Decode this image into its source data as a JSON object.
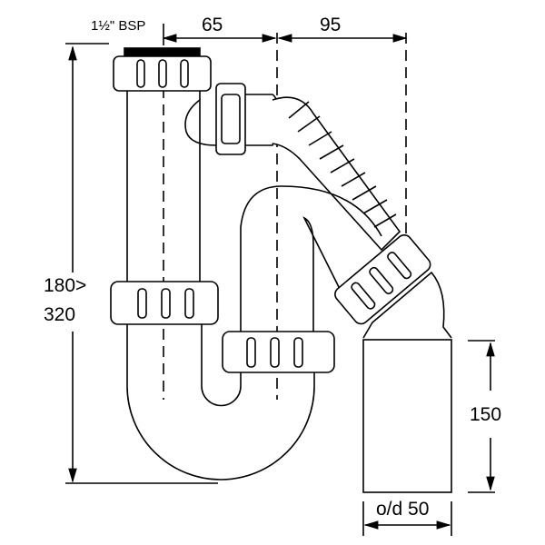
{
  "diagram": {
    "title_hidden": null,
    "labels": {
      "thread": "1½\" BSP",
      "dim_left_offset": "65",
      "dim_right_offset": "95",
      "height_range_min": "180>",
      "height_range_max": "320",
      "outlet_height": "150",
      "outlet_diameter": "o/d 50"
    },
    "colors": {
      "line": "#000000",
      "background": "#ffffff"
    }
  }
}
